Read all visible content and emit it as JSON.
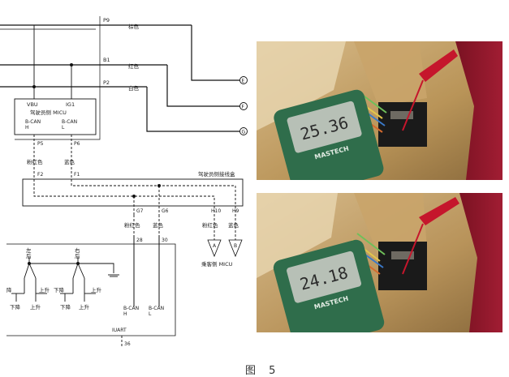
{
  "figure": {
    "caption": "图 5"
  },
  "wiring": {
    "wires": {
      "p9": "P9",
      "b1": "B1",
      "p2": "P2",
      "c_brown": "棕色",
      "c_red": "红色",
      "c_white": "白色"
    },
    "terminals": {
      "e": "E",
      "f": "F",
      "g": "G"
    },
    "micu": {
      "vbu": "VBU",
      "ig1": "IG1",
      "name": "驾驶员侧 MICU",
      "bcan_h_1": "B-CAN",
      "bcan_h_2": "H",
      "bcan_l_1": "B-CAN",
      "bcan_l_2": "L",
      "pin_p5": "P5",
      "pin_p6": "P6"
    },
    "harness": {
      "color_pink": "粉红色",
      "color_blue": "蓝色",
      "pin_f2": "F2",
      "pin_f1": "F1",
      "name": "驾驶员侧接线盒",
      "pin_g7": "G7",
      "pin_g6": "G6",
      "pin_h10": "H10",
      "pin_h9": "H9",
      "out_pink": "粉红色",
      "out_blue": "蓝色",
      "pin_28": "28",
      "pin_30": "30",
      "pass_pink": "粉红色",
      "pass_blue": "蓝色"
    },
    "passenger": {
      "a": "A",
      "b": "B",
      "name": "乘客侧 MICU"
    },
    "switch": {
      "left_1": "左",
      "left_2": "后",
      "right_1": "右",
      "right_2": "后",
      "down_1": "下降",
      "up_1": "上升",
      "down_2": "下降",
      "up_2": "上升",
      "clip_l": "降",
      "clip_r": "上升",
      "bcan_h_1": "B-CAN",
      "bcan_h_2": "H",
      "bcan_l_1": "B-CAN",
      "bcan_l_2": "L",
      "iuart": "IUART",
      "pin_36": "36"
    }
  },
  "photos": {
    "top": {
      "brand": "MASTECH",
      "reading": "25.36"
    },
    "bottom": {
      "brand": "MASTECH",
      "reading": "24.18"
    }
  }
}
